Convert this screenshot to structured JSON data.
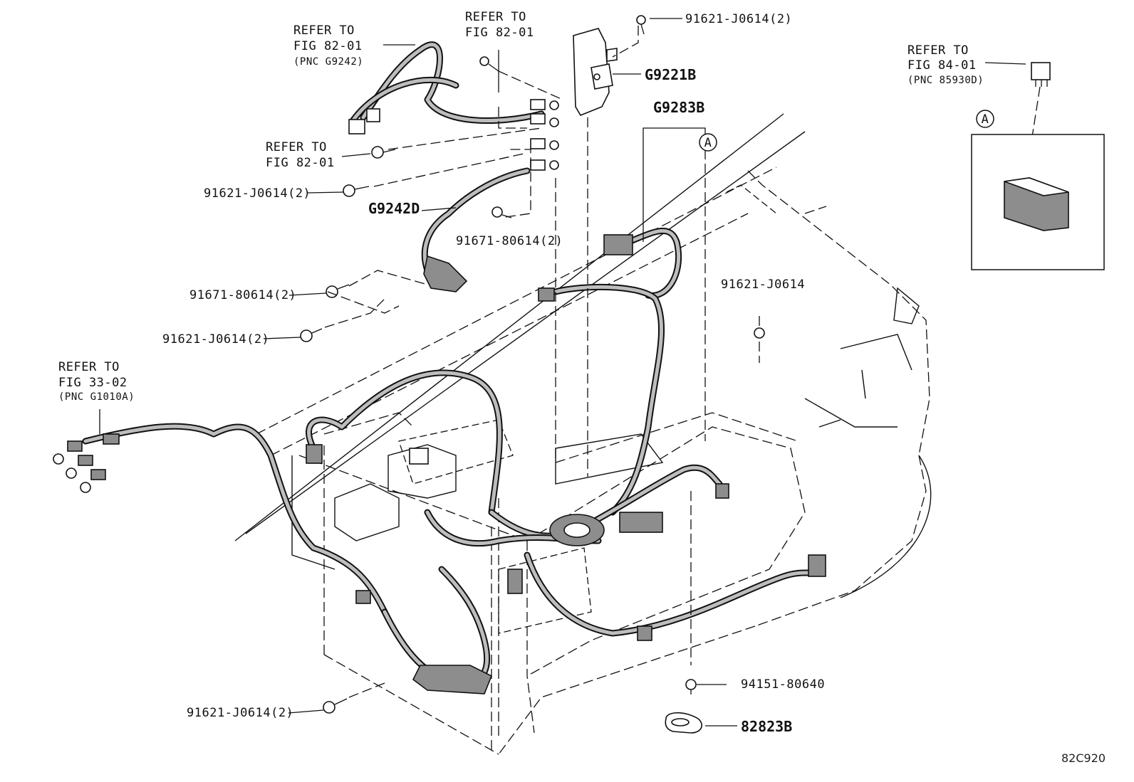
{
  "callouts": {
    "refer_82_01_top": {
      "line1": "REFER TO",
      "line2": "FIG 82-01",
      "line3": "(PNC G9242)"
    },
    "refer_82_01_mid": {
      "line1": "REFER TO",
      "line2": "FIG 82-01"
    },
    "refer_82_01_left": {
      "line1": "REFER TO",
      "line2": "FIG 82-01"
    },
    "refer_84_01": {
      "line1": "REFER TO",
      "line2": "FIG 84-01",
      "line3": "(PNC 85930D)"
    },
    "refer_33_02": {
      "line1": "REFER TO",
      "line2": "FIG 33-02",
      "line3": "(PNC G1010A)"
    }
  },
  "parts": {
    "p91621_top": "91621-J0614(2)",
    "g9221b": "G9221B",
    "g9283b": "G9283B",
    "p91621_left1": "91621-J0614(2)",
    "g9242d": "G9242D",
    "p91671_mid": "91671-80614(2)",
    "p91671_left": "91671-80614(2)",
    "p91621_left2": "91621-J0614(2)",
    "p91621_right": "91621-J0614",
    "p91621_bottom": "91621-J0614(2)",
    "p94151": "94151-80640",
    "p82823b": "82823B"
  },
  "markers": {
    "a_main": "A",
    "a_inset": "A"
  },
  "figure_code": "82C920"
}
